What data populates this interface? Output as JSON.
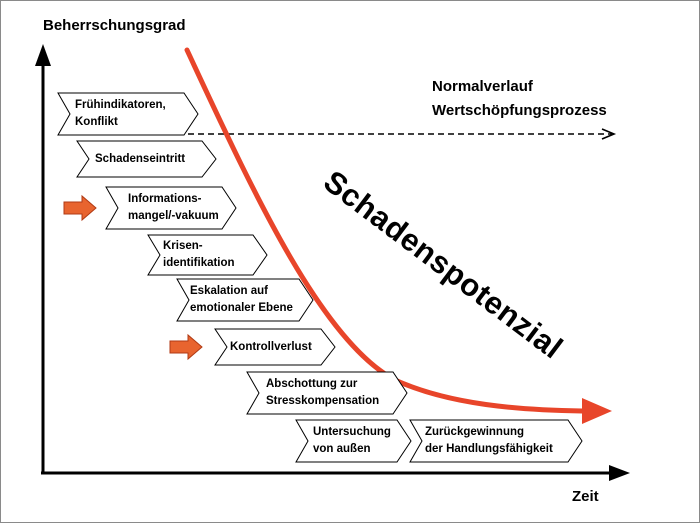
{
  "axes": {
    "y_label": "Beherrschungsgrad",
    "x_label": "Zeit"
  },
  "normal": {
    "line1": "Normalverlauf",
    "line2": "Wertschöpfungsprozess"
  },
  "curve_label": "Schadenspotenzial",
  "colors": {
    "curve": "#e8452a",
    "marker_fill": "#e8642f",
    "marker_stroke": "#b03a14",
    "axis": "#000000"
  },
  "steps": [
    {
      "line1": "Frühindikatoren,",
      "line2": "Konflikt"
    },
    {
      "line1": "Schadenseintritt",
      "line2": ""
    },
    {
      "line1": "Informations-",
      "line2": "mangel/-vakuum"
    },
    {
      "line1": "Krisen-",
      "line2": "identifikation"
    },
    {
      "line1": "Eskalation auf",
      "line2": "emotionaler Ebene"
    },
    {
      "line1": "Kontrollverlust",
      "line2": ""
    },
    {
      "line1": "Abschottung zur",
      "line2": "Stresskompensation"
    },
    {
      "line1": "Untersuchung",
      "line2": "von außen"
    },
    {
      "line1": "Zurückgewinnung",
      "line2": "der Handlungsfähigkeit"
    }
  ],
  "markers": [
    {
      "icon": "orange-arrow-icon",
      "points_to": "Informations-mangel/-vakuum"
    },
    {
      "icon": "orange-arrow-icon",
      "points_to": "Kontrollverlust"
    }
  ]
}
